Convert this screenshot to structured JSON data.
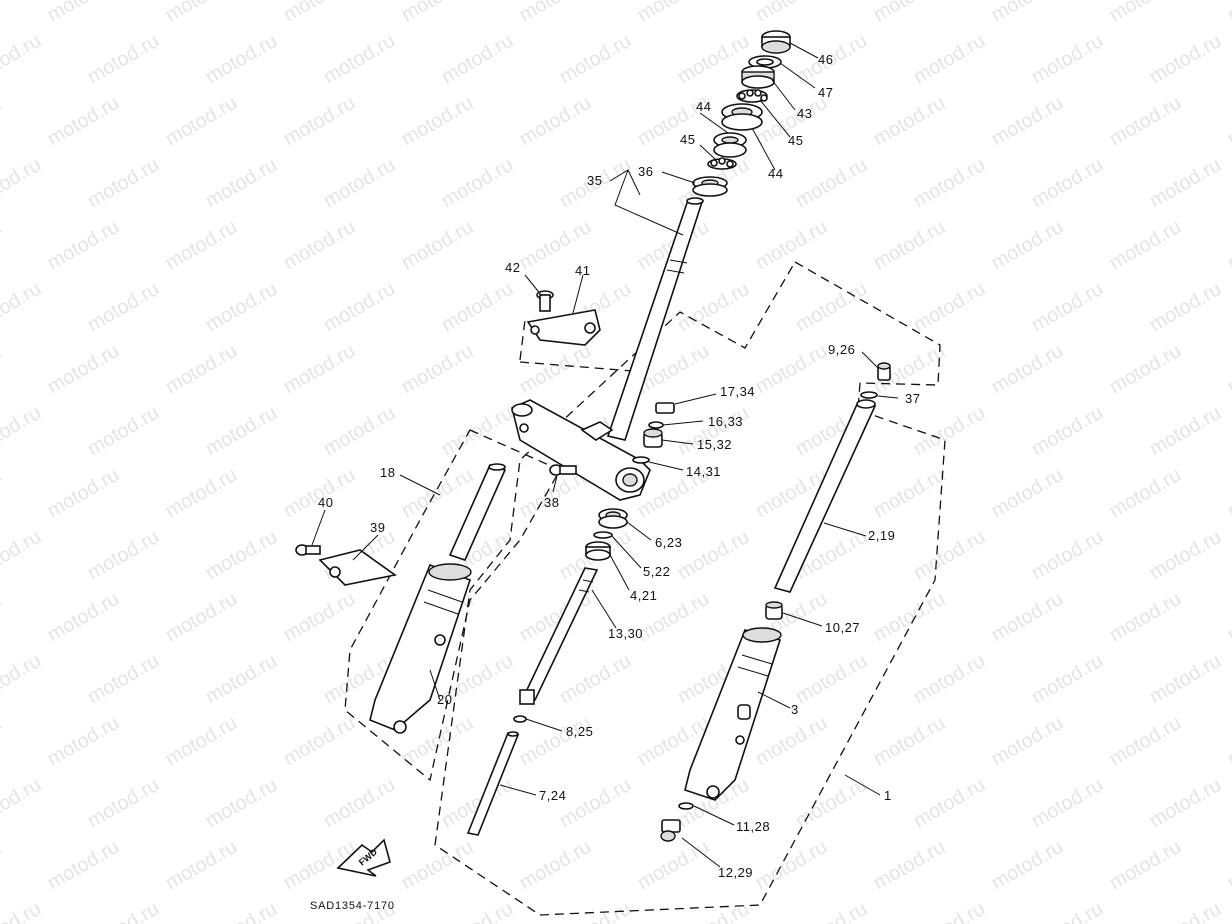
{
  "diagram": {
    "watermark": "motod.ru",
    "diagram_code": "SAD1354-7170",
    "direction_marker": "FWD",
    "callouts": [
      "46",
      "47",
      "43",
      "45",
      "44",
      "44",
      "45",
      "36",
      "35",
      "42",
      "41",
      "9,26",
      "37",
      "17,34",
      "16,33",
      "15,32",
      "14,31",
      "38",
      "18",
      "40",
      "39",
      "6,23",
      "5,22",
      "4,21",
      "2,19",
      "13,30",
      "10,27",
      "20",
      "3",
      "8,25",
      "7,24",
      "1",
      "11,28",
      "12,29"
    ]
  }
}
